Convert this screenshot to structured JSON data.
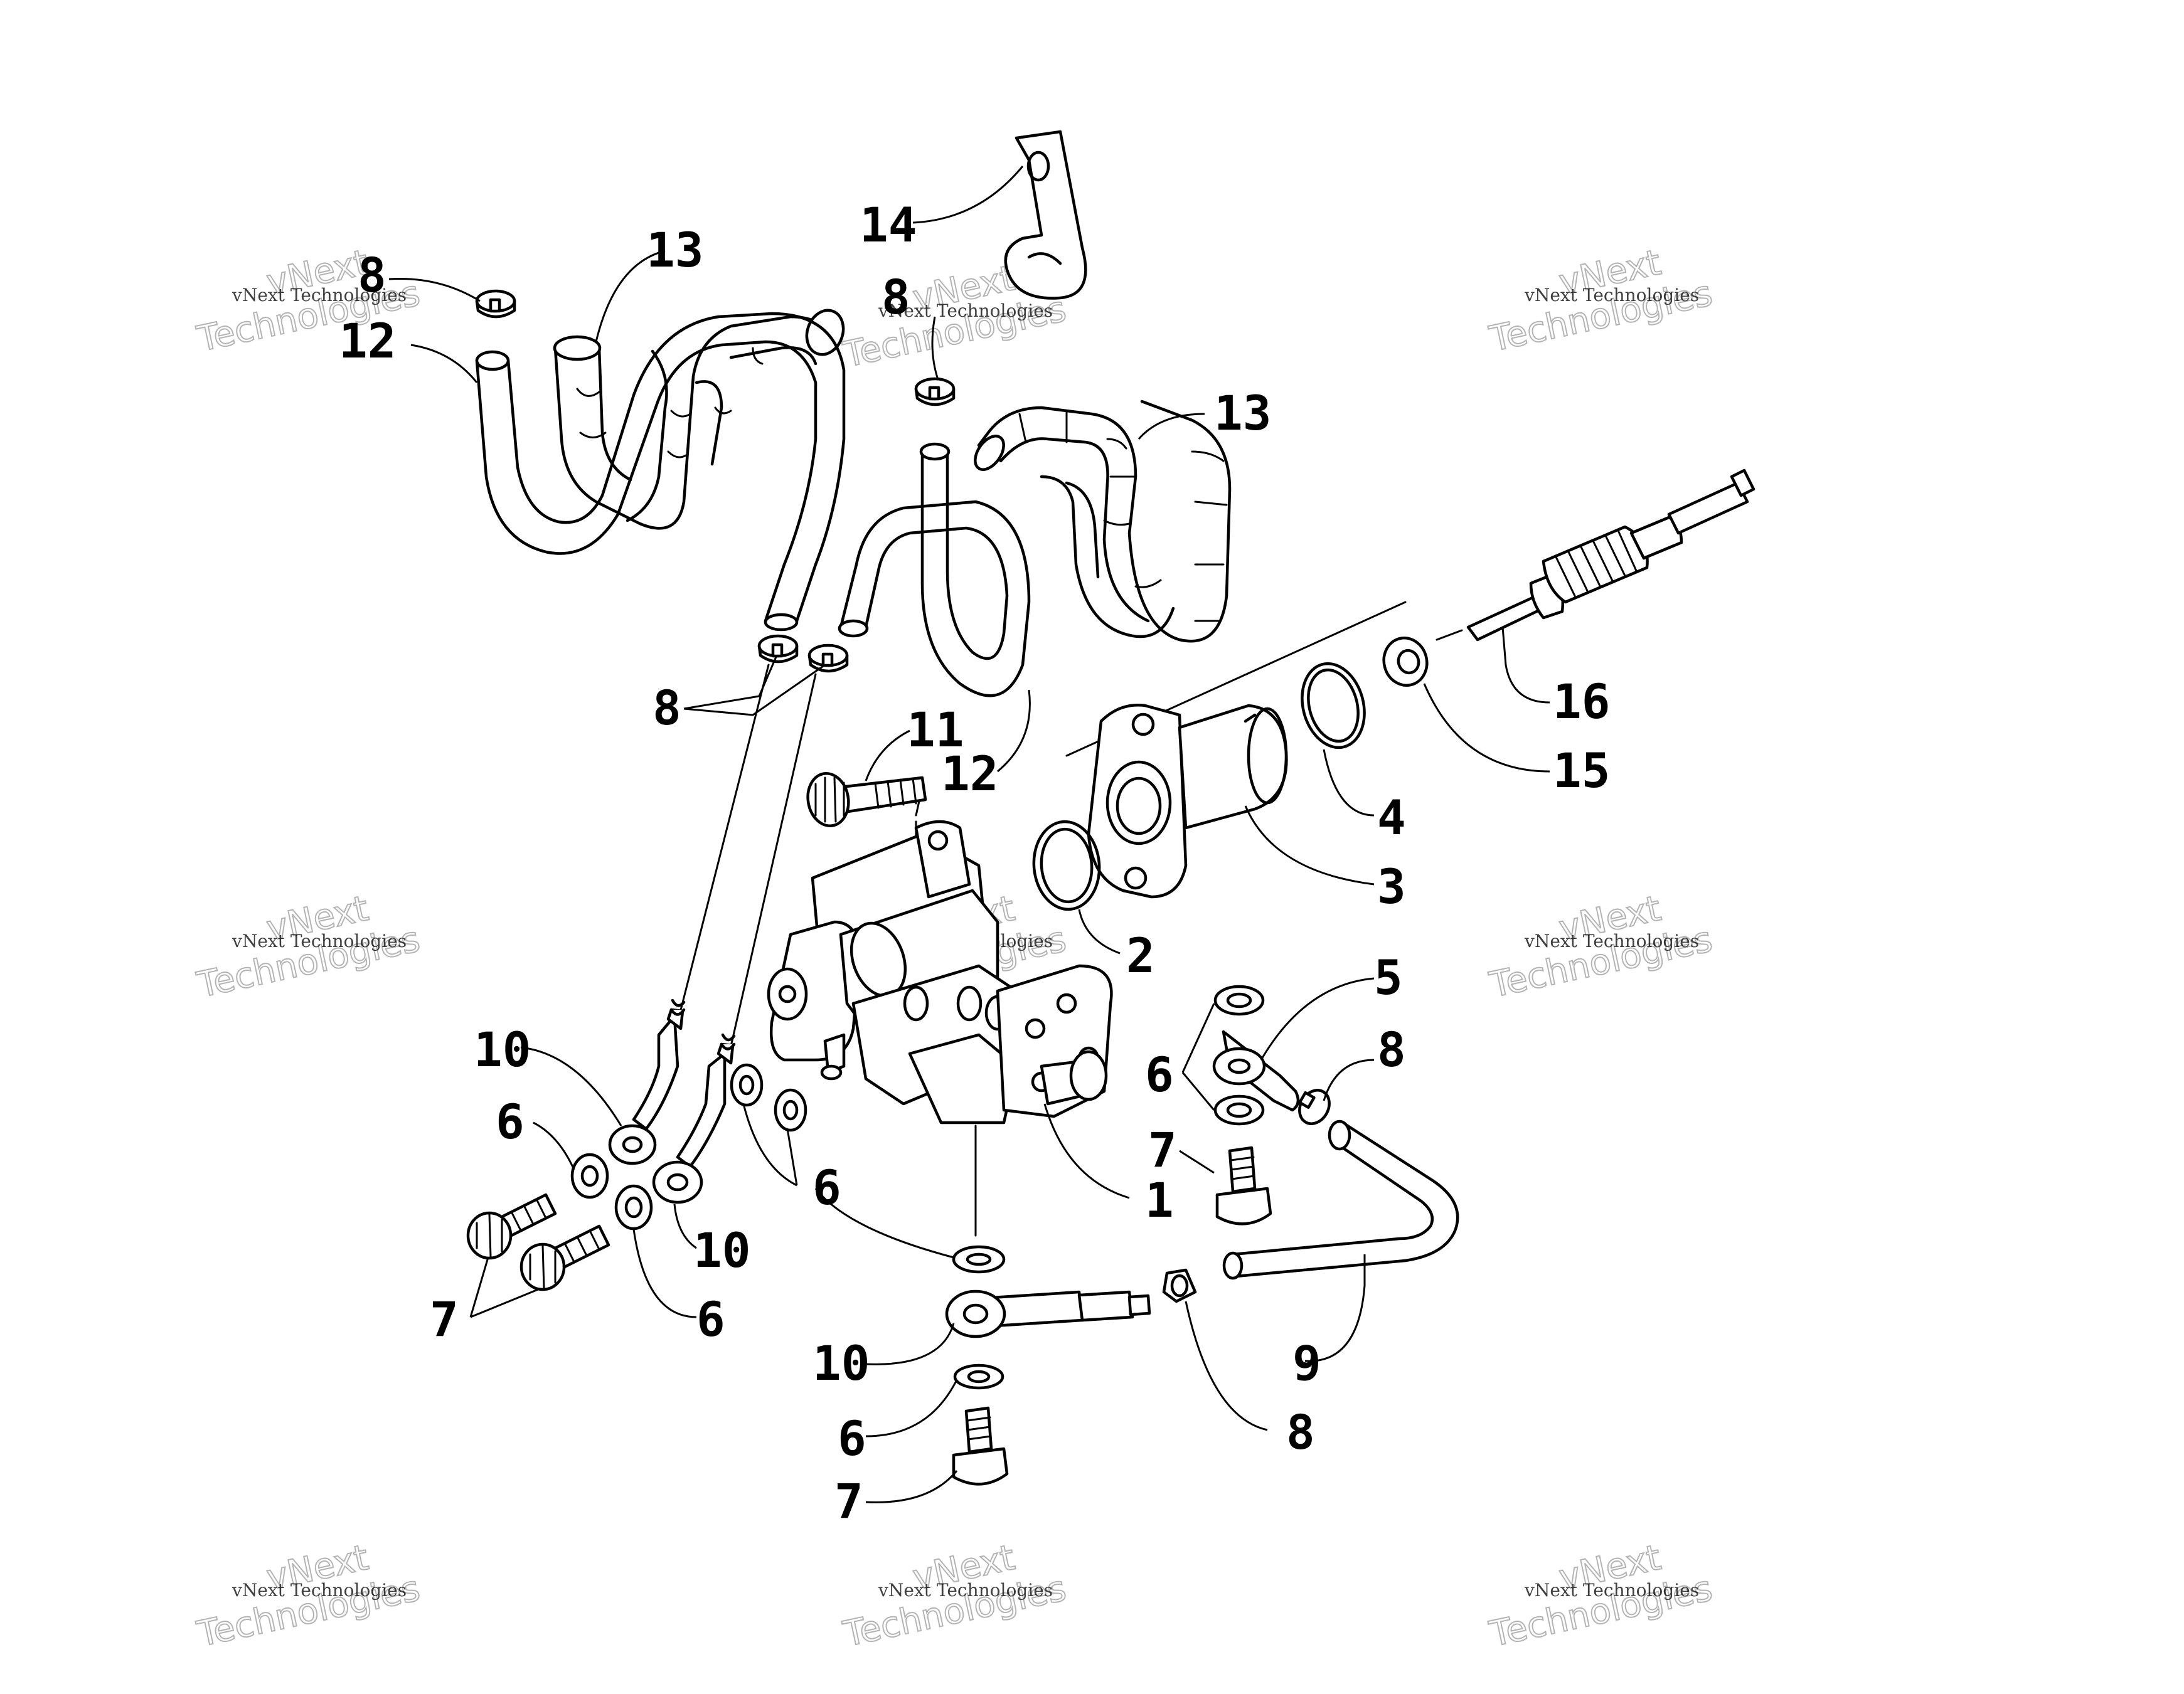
{
  "diagram": {
    "callouts": [
      {
        "id": "c14",
        "label": "14"
      },
      {
        "id": "c13a",
        "label": "13"
      },
      {
        "id": "c8a",
        "label": "8"
      },
      {
        "id": "c12a",
        "label": "12"
      },
      {
        "id": "c8b",
        "label": "8"
      },
      {
        "id": "c13b",
        "label": "13"
      },
      {
        "id": "c16",
        "label": "16"
      },
      {
        "id": "c15",
        "label": "15"
      },
      {
        "id": "c8c",
        "label": "8"
      },
      {
        "id": "c11",
        "label": "11"
      },
      {
        "id": "c12b",
        "label": "12"
      },
      {
        "id": "c4",
        "label": "4"
      },
      {
        "id": "c3",
        "label": "3"
      },
      {
        "id": "c2",
        "label": "2"
      },
      {
        "id": "c5",
        "label": "5"
      },
      {
        "id": "c6a",
        "label": "6"
      },
      {
        "id": "c8d",
        "label": "8"
      },
      {
        "id": "c10a",
        "label": "10"
      },
      {
        "id": "c6b",
        "label": "6"
      },
      {
        "id": "c7a",
        "label": "7"
      },
      {
        "id": "c6c",
        "label": "6"
      },
      {
        "id": "c1",
        "label": "1"
      },
      {
        "id": "c10b",
        "label": "10"
      },
      {
        "id": "c7b",
        "label": "7"
      },
      {
        "id": "c6d",
        "label": "6"
      },
      {
        "id": "c9",
        "label": "9"
      },
      {
        "id": "c10c",
        "label": "10"
      },
      {
        "id": "c8e",
        "label": "8"
      },
      {
        "id": "c6e",
        "label": "6"
      },
      {
        "id": "c7c",
        "label": "7"
      }
    ]
  },
  "watermark": {
    "line1": "vNext Technologies",
    "line2a": "vNext",
    "line2b": "Technologies"
  }
}
